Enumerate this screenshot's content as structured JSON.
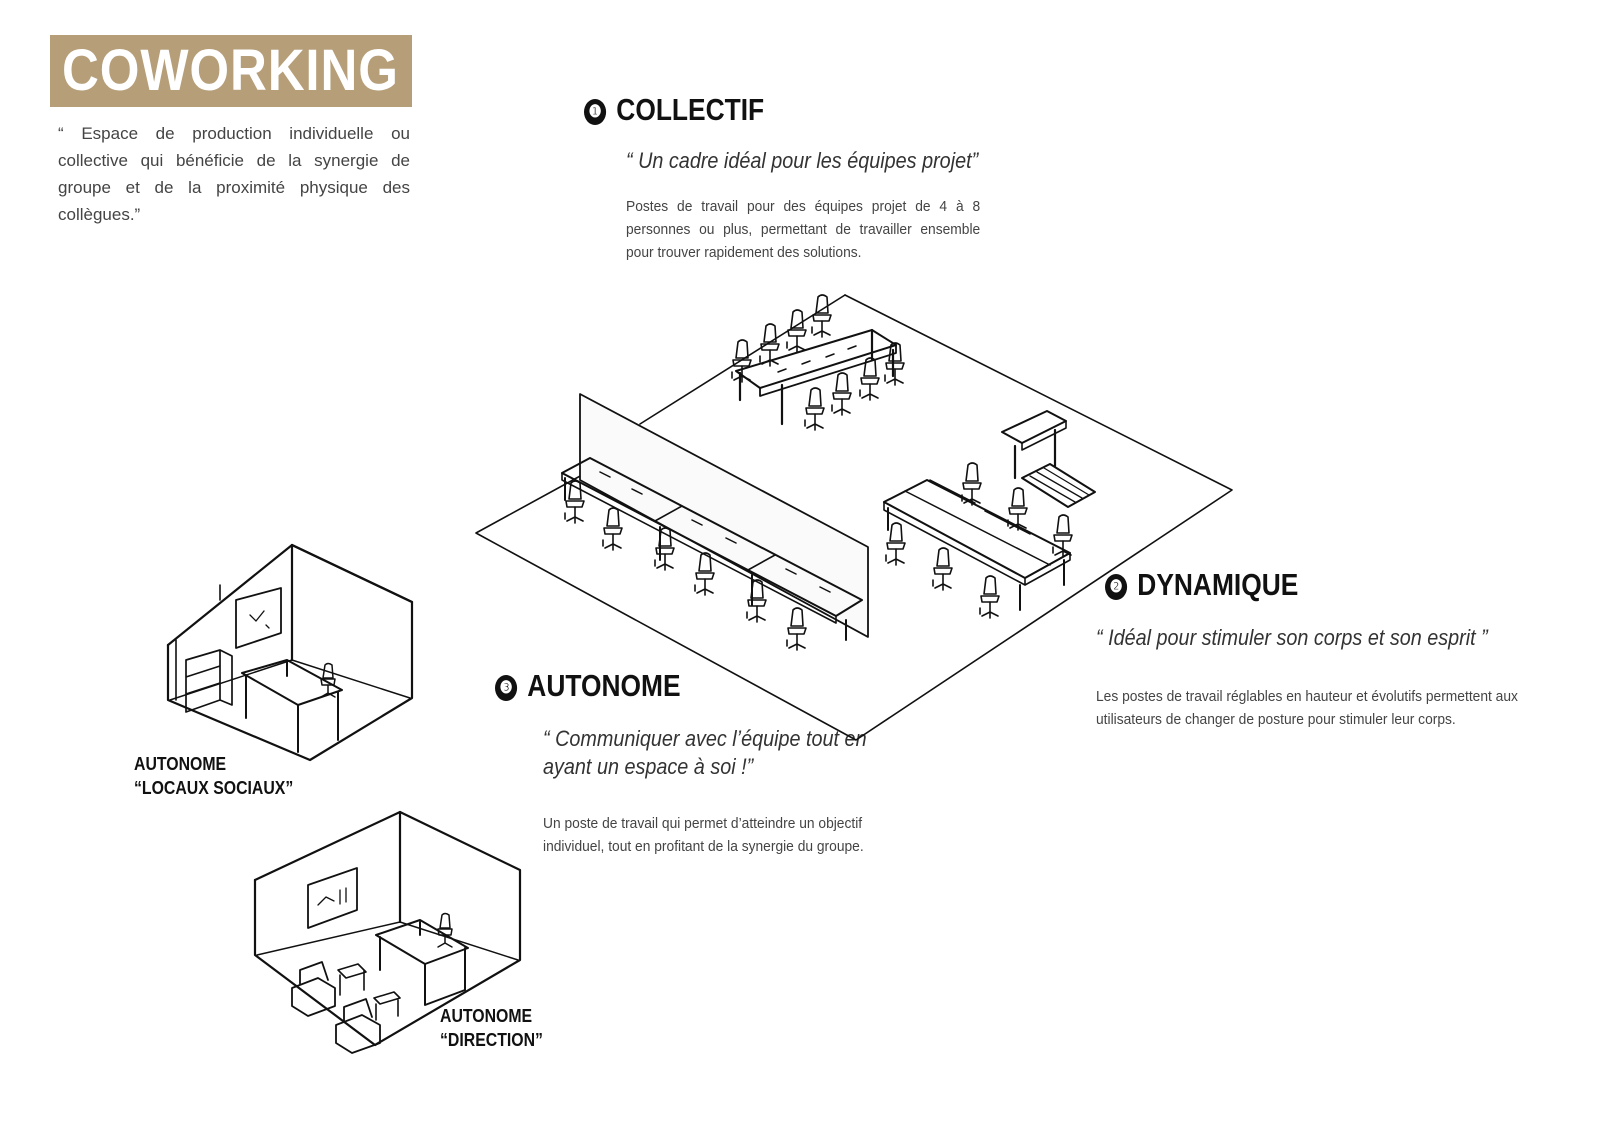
{
  "brand": {
    "title": "COWORKING",
    "accent": "#b59e78"
  },
  "intro": "“ Espace de production individuelle ou collective qui bénéficie de la synergie de groupe et de la proximité physique des collègues.”",
  "sections": {
    "collectif": {
      "number": "❶",
      "title": "COLLECTIF",
      "quote": "“ Un cadre idéal pour les équipes projet”",
      "text": "Postes de travail pour des équipes projet de 4 à 8 personnes ou plus, permettant de travailler ensemble pour trouver rapidement des solutions."
    },
    "dynamique": {
      "number": "❷",
      "title": "DYNAMIQUE",
      "quote": "“ Idéal pour stimuler son corps et son esprit ”",
      "text": "Les postes de travail réglables en hauteur et évolutifs permettent aux utilisateurs de changer de posture pour stimuler leur corps."
    },
    "autonome": {
      "number": "❸",
      "title": "AUTONOME",
      "quote_line1": "“ Communiquer avec l’équipe tout en",
      "quote_line2": "ayant un espace à soi !”",
      "text": "Un poste de travail qui permet d’atteindre un objectif individuel, tout en profitant de la synergie du groupe."
    }
  },
  "rooms": {
    "locaux": {
      "line1": "AUTONOME",
      "line2": "“LOCAUX SOCIAUX”"
    },
    "direction": {
      "line1": "AUTONOME",
      "line2": "“DIRECTION”"
    }
  },
  "icons": [
    "chair-icon",
    "desk-icon",
    "treadmill-icon",
    "whiteboard-icon",
    "shelf-icon",
    "armchair-icon"
  ]
}
